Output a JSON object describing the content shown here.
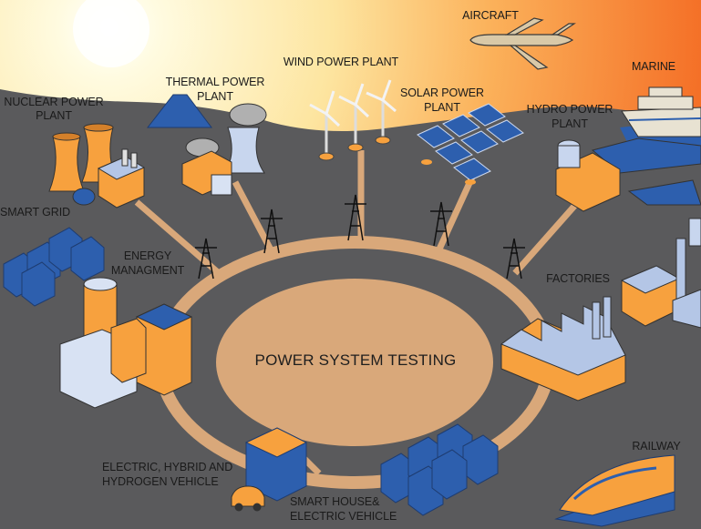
{
  "title": "POWER SYSTEM TESTING",
  "labels": {
    "aircraft": "AIRCRAFT",
    "wind": "WIND POWER PLANT",
    "marine": "MARINE",
    "nuclear_l1": "NUCLEAR POWER",
    "nuclear_l2": "PLANT",
    "thermal_l1": "THERMAL POWER",
    "thermal_l2": "PLANT",
    "solar_l1": "SOLAR POWER",
    "solar_l2": "PLANT",
    "hydro_l1": "HYDRO POWER",
    "hydro_l2": "PLANT",
    "smart_grid": "SMART GRID",
    "energy_l1": "ENERGY",
    "energy_l2": "MANAGMENT",
    "factories": "FACTORIES",
    "railway": "RAILWAY",
    "ev_l1": "ELECTRIC, HYBRID AND",
    "ev_l2": "HYDROGEN VEHICLE",
    "house_l1": "SMART HOUSE&",
    "house_l2": "ELECTRIC VEHICLE"
  },
  "colors": {
    "ground": "#5a5a5c",
    "ring": "#d9a87a",
    "orange": "#f7a13e",
    "blue": "#2d5fae",
    "sky_light": "#fff6c8",
    "sky_dark": "#f36a20"
  }
}
